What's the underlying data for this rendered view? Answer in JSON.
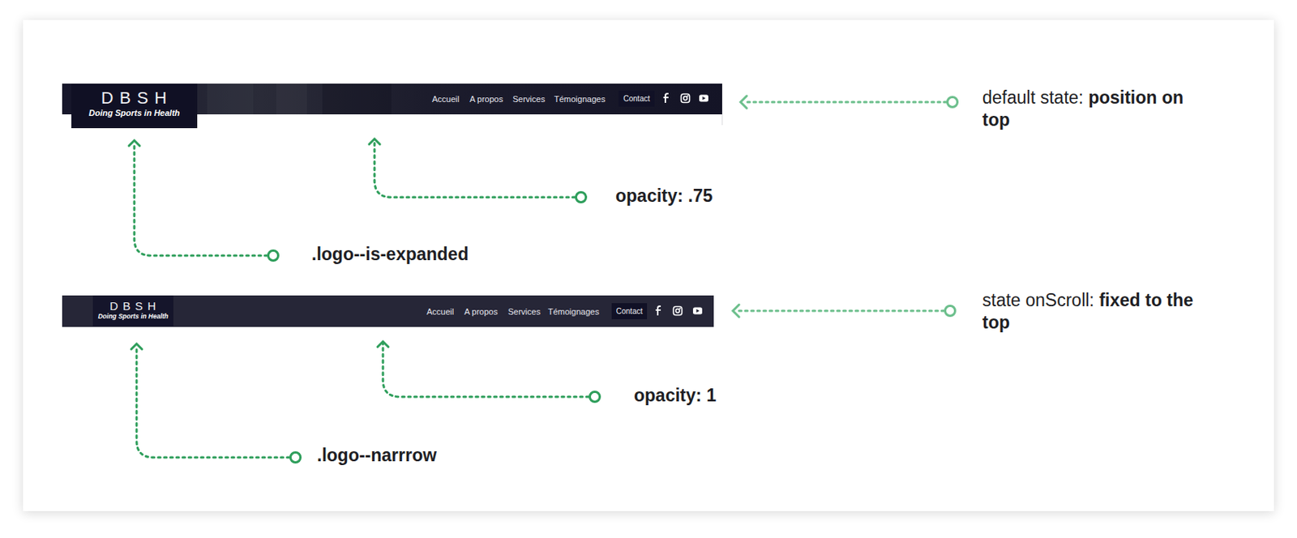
{
  "diagram": {
    "nodes": [
      {
        "text": [
          "Accueil",
          "A propos",
          "Services",
          "Témoignages"
        ]
      },
      {
        "text": [
          "D B S H",
          "Doing Sports in Health"
        ],
        "in": 0
      },
      {
        "text": [
          "Contact"
        ],
        "in": 0
      },
      {
        "text": [
          "Accueil",
          "A propos",
          "Services",
          "Témoignages"
        ]
      },
      {
        "text": [
          "D B S H",
          "Doing Sports in Health"
        ],
        "in": 3
      },
      {
        "text": [
          "Contact"
        ],
        "in": 3
      }
    ],
    "labels": [
      "default state:",
      "position on top",
      "opacity: .75",
      ".logo--is-expanded",
      "state onScroll:",
      "fixed to the top",
      "opacity: 1",
      ".logo--narrrow"
    ]
  }
}
